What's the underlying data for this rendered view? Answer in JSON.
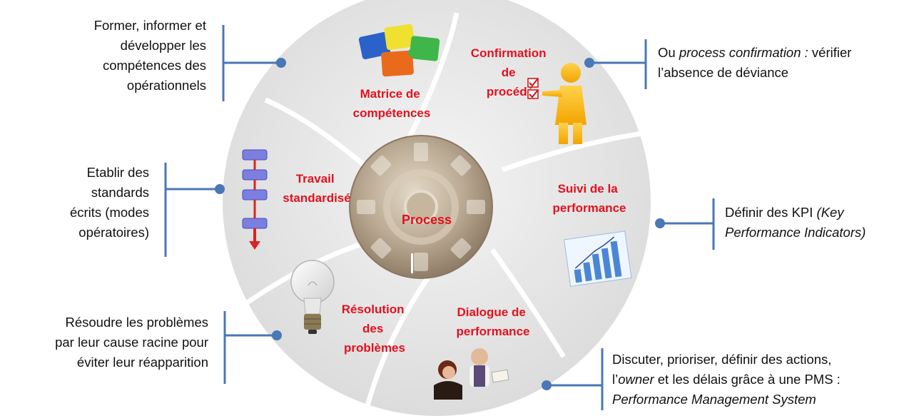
{
  "center": {
    "label": "Process"
  },
  "segments": [
    {
      "id": "matrice",
      "lines": [
        "Matrice de",
        "compétences"
      ]
    },
    {
      "id": "confirmation",
      "lines": [
        "Confirmation",
        "de",
        "procédé"
      ]
    },
    {
      "id": "suivi",
      "lines": [
        "Suivi de la",
        "performance"
      ]
    },
    {
      "id": "dialogue",
      "lines": [
        "Dialogue de",
        "performance"
      ]
    },
    {
      "id": "resolution",
      "lines": [
        "Résolution",
        "des",
        "problèmes"
      ]
    },
    {
      "id": "travail",
      "lines": [
        "Travail",
        "standardisé"
      ]
    }
  ],
  "notes": {
    "competences": {
      "lines": [
        "Former, informer et",
        "développer les",
        "compétences des",
        "opérationnels"
      ]
    },
    "confirmation": {
      "line1_pre": "Ou ",
      "line1_italic": "process confirmation :",
      "line1_post": " vérifier",
      "line2": "l’absence de déviance"
    },
    "standards": {
      "lines": [
        "Etablir des",
        "standards",
        "écrits (modes",
        "opératoires)"
      ]
    },
    "kpi": {
      "line1_pre": "Définir des KPI ",
      "line1_italic": "(Key",
      "line2_italic": "Performance Indicators)"
    },
    "problemes": {
      "lines": [
        "Résoudre les problèmes",
        "par leur cause racine pour",
        "éviter leur réapparition"
      ]
    },
    "pms": {
      "line1": "Discuter, prioriser, définir des actions,",
      "line2_pre": "l’",
      "line2_italic": "owner",
      "line2_post": " et les délais grâce à une PMS :",
      "line3_italic": "Performance Management System"
    }
  },
  "colors": {
    "connector": "#4a77b5",
    "label_red": "#e3101d",
    "ring_gray": "#d9d9d9",
    "gear": "#b6a48e"
  }
}
